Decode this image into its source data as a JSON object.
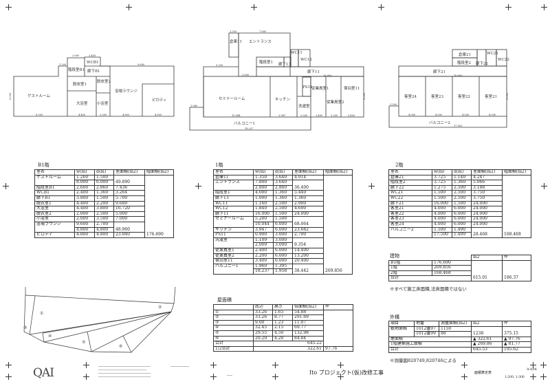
{
  "plans": {
    "b1": {
      "rooms": [
        "ゲストルーム",
        "階段室B1",
        "WCB1",
        "廊下B1",
        "脱衣室1",
        "脱衣室2",
        "大浴室",
        "小浴室",
        "浴場ラウンジ",
        "ピロティ"
      ],
      "dims": [
        "2.600",
        "2.400",
        "1.200",
        "9.600",
        "8.000",
        "4.400",
        "2.000",
        "4.800",
        "4.800",
        "6.000"
      ]
    },
    "f1": {
      "rooms": [
        "倉庫11",
        "エントランス",
        "階段室1",
        "廊下13",
        "WC11",
        "WC12",
        "廊下11",
        "セミナールーム",
        "キッチン",
        "PS11",
        "洗濯室",
        "従業員室1",
        "従業員室2",
        "宿泊室11",
        "バルコニー1"
      ],
      "dims": [
        "1.350",
        "7.800",
        "5.200",
        "2.800",
        "16.000",
        "10.044",
        "3.947",
        "2.000",
        "2.400",
        "2.200",
        "3.400",
        "18.237",
        "1.960",
        "6.000"
      ]
    },
    "f2": {
      "rooms": [
        "倉庫21",
        "階段室2",
        "廊下22",
        "WC21",
        "WC22",
        "廊下21",
        "客室24",
        "客室23",
        "客室22",
        "客室21",
        "バルコニー2"
      ],
      "dims": [
        "16.000",
        "4.000",
        "4.000",
        "4.000",
        "4.000",
        "17.500",
        "1.500",
        "6.000"
      ]
    }
  },
  "site": {
    "labels": [
      "①",
      "②",
      "③",
      "④",
      "⑤",
      "⑥"
    ]
  },
  "tables": {
    "b1": {
      "title": "B1階",
      "headers": [
        "室名",
        "w(m)",
        "d(m)",
        "室面積(m2)",
        "階面積(m2)"
      ],
      "rows": [
        {
          "name": "ゲストルーム",
          "dims": [
            [
              "1.260",
              "1.500"
            ],
            [
              "8.000",
              "6.000"
            ]
          ],
          "area": "49.890"
        },
        {
          "name": "階段室B1",
          "dims": [
            [
              "2.600",
              "2.860"
            ]
          ],
          "area": "7.436"
        },
        {
          "name": "WCB1",
          "dims": [
            [
              "2.400",
              "1.360"
            ]
          ],
          "area": "3.264"
        },
        {
          "name": "廊下B1",
          "dims": [
            [
              "3.800",
              "1.500"
            ]
          ],
          "area": "5.700"
        },
        {
          "name": "脱衣室1",
          "dims": [
            [
              "4.400",
              "2.200"
            ]
          ],
          "area": "9.680"
        },
        {
          "name": "大浴室",
          "dims": [
            [
              "4.400",
              "3.800"
            ]
          ],
          "area": "16.720"
        },
        {
          "name": "脱衣室2",
          "dims": [
            [
              "2.000",
              "2.500"
            ]
          ],
          "area": "5.000"
        },
        {
          "name": "小浴室",
          "dims": [
            [
              "2.000",
              "3.500"
            ]
          ],
          "area": "7.000"
        },
        {
          "name": "浴場ラウンジ",
          "dims": [
            [
              "9.600",
              "2.700"
            ],
            [
              "4.800",
              "4.800"
            ]
          ],
          "area": "48.960"
        },
        {
          "name": "ピロティ",
          "dims": [
            [
              "4.800",
              "4.800"
            ]
          ],
          "area": "23.040"
        }
      ],
      "total": "176.690"
    },
    "f1": {
      "title": "1階",
      "headers": [
        "室名",
        "w(m)",
        "d(m)",
        "室面積(m2)",
        "階面積(m2)"
      ],
      "rows": [
        {
          "name": "倉庫11",
          "dims": [
            [
              "1.350",
              "3.640"
            ]
          ],
          "area": "4.914"
        },
        {
          "name": "エントランス",
          "dims": [
            [
              "7.800",
              "3.640"
            ],
            [
              "2.800",
              "2.860"
            ]
          ],
          "area": "36.400"
        },
        {
          "name": "階段室1",
          "dims": [
            [
              "4.000",
              "1.360"
            ]
          ],
          "area": "5.440"
        },
        {
          "name": "廊下13",
          "dims": [
            [
              "1.000",
              "1.360"
            ]
          ],
          "area": "1.360"
        },
        {
          "name": "WC11",
          "dims": [
            [
              "1.160",
              "2.500"
            ]
          ],
          "area": "2.900"
        },
        {
          "name": "WC12",
          "dims": [
            [
              "1.840",
              "2.500"
            ]
          ],
          "area": "4.600"
        },
        {
          "name": "廊下11",
          "dims": [
            [
              "16.000",
              "1.500"
            ]
          ],
          "area": "24.000"
        },
        {
          "name": "セミナールーム",
          "dims": [
            [
              "5.200",
              "1.500"
            ],
            [
              "10.044",
              "6.000"
            ]
          ],
          "area": "68.064"
        },
        {
          "name": "キッチン",
          "dims": [
            [
              "3.947",
              "6.000"
            ]
          ],
          "area": "23.682"
        },
        {
          "name": "PS11",
          "dims": [
            [
              "0.900",
              "3.000"
            ]
          ],
          "area": "2.700"
        },
        {
          "name": "洗濯室",
          "dims": [
            [
              "1.109",
              "3.000"
            ],
            [
              "2.009",
              "3.000"
            ]
          ],
          "area": "9.354"
        },
        {
          "name": "従業員室1",
          "dims": [
            [
              "2.400",
              "6.000"
            ]
          ],
          "area": "14.400"
        },
        {
          "name": "従業員室2",
          "dims": [
            [
              "2.200",
              "6.000"
            ]
          ],
          "area": "13.200"
        },
        {
          "name": "宿泊室11",
          "dims": [
            [
              "3.400",
              "6.000"
            ]
          ],
          "area": "20.400"
        },
        {
          "name": "バルコニー1",
          "dims": [
            [
              "1.960",
              "1.395"
            ],
            [
              "18.237",
              "1.958"
            ]
          ],
          "area": "38.442"
        }
      ],
      "total": "269.856"
    },
    "f2": {
      "title": "2階",
      "headers": [
        "室名",
        "w(m)",
        "d(m)",
        "室面積(m2)",
        "階面積(m2)"
      ],
      "rows": [
        {
          "name": "倉庫21",
          "dims": [
            [
              "3.725",
              "1.140"
            ]
          ],
          "area": "4.247"
        },
        {
          "name": "階段室2",
          "dims": [
            [
              "3.725",
              "1.360"
            ]
          ],
          "area": "5.066"
        },
        {
          "name": "廊下22",
          "dims": [
            [
              "1.275",
              "2.500"
            ]
          ],
          "area": "3.188"
        },
        {
          "name": "WC21",
          "dims": [
            [
              "1.500",
              "2.500"
            ]
          ],
          "area": "3.750"
        },
        {
          "name": "WC22",
          "dims": [
            [
              "1.500",
              "2.500"
            ]
          ],
          "area": "3.750"
        },
        {
          "name": "廊下21",
          "dims": [
            [
              "16.000",
              "1.500"
            ]
          ],
          "area": "24.000"
        },
        {
          "name": "客室21",
          "dims": [
            [
              "4.000",
              "6.000"
            ]
          ],
          "area": "24.000"
        },
        {
          "name": "客室22",
          "dims": [
            [
              "4.000",
              "6.000"
            ]
          ],
          "area": "24.000"
        },
        {
          "name": "客室23",
          "dims": [
            [
              "4.000",
              "6.000"
            ]
          ],
          "area": "24.000"
        },
        {
          "name": "客室24",
          "dims": [
            [
              "4.000",
              "6.000"
            ]
          ],
          "area": "24.000"
        },
        {
          "name": "バルコニー2",
          "dims": [
            [
              "1.500",
              "1.490"
            ],
            [
              "17.500",
              "1.499"
            ]
          ],
          "area": "28.468"
        }
      ],
      "total": "168.468"
    },
    "roof": {
      "title": "屋面積",
      "headers": [
        "",
        "底辺",
        "高さ",
        "倍面積(m2)",
        "坪"
      ],
      "rows": [
        [
          "①",
          "33.26",
          "1.65",
          "54.88"
        ],
        [
          "②",
          "33.26",
          "8.77",
          "291.69"
        ],
        [
          "③",
          "9.00",
          "1.23",
          "11.07"
        ],
        [
          "④",
          "32.45",
          "2.15",
          "69.77"
        ],
        [
          "⑤",
          "29.55",
          "4.50",
          "132.98"
        ],
        [
          "⑥",
          "20.20",
          "4.20",
          "84.84"
        ]
      ],
      "sum_label": "合計",
      "sum": "645.22",
      "half_label": "1/2合計",
      "half": "322.61",
      "half_tsubo": "97.76"
    },
    "building": {
      "title": "建物",
      "headers": [
        "m2",
        "坪"
      ],
      "rows": [
        [
          "B1階",
          "176.690"
        ],
        [
          "1階",
          "269.856"
        ],
        [
          "2階",
          "168.468"
        ]
      ],
      "total_label": "合計",
      "total_m2": "615.01",
      "total_tsubo": "186.37",
      "note": "※すべて施工床面積,法床面積ではない"
    },
    "exterior": {
      "title": "外構",
      "headers": [
        "項目",
        "地番",
        "測量面積(m2)",
        "m2",
        "坪"
      ],
      "site_label": "敷地面積",
      "lots": [
        [
          "1012番97",
          "1150"
        ],
        [
          "1012番99",
          "88"
        ]
      ],
      "site_m2": "1238",
      "site_tsubo": "375.15",
      "rows": [
        [
          "屋面積",
          "▲ 322.61",
          "▲ 97.76"
        ],
        [
          "1階建築施工面積",
          "▲ 269.86",
          "▲ 81.77"
        ],
        [
          "合計",
          "645.53",
          "195.62"
        ]
      ],
      "note": "※測量図820749,820746による"
    }
  },
  "footer": {
    "logo": "QAI",
    "project": "Ito プロジェクト(仮)改修工事",
    "sheet_title": "面積算定表",
    "sheet_no": "A-004",
    "scale": "1:200, 1:300"
  }
}
